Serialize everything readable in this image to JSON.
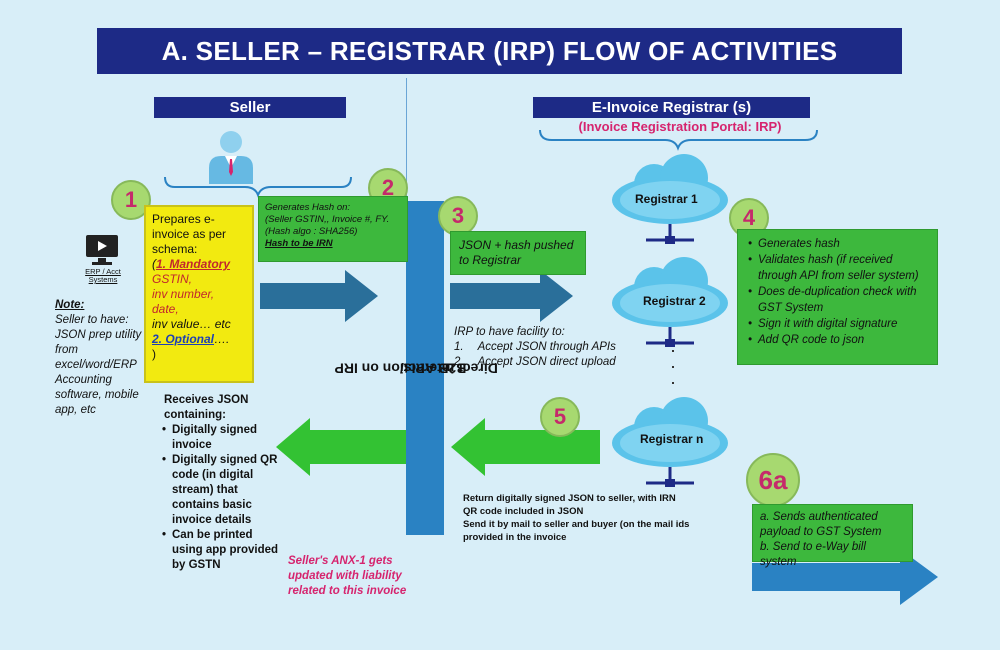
{
  "title": "A. SELLER – REGISTRAR (IRP) FLOW OF ACTIVITIES",
  "seller_header": "Seller",
  "irp_header": "E-Invoice Registrar (s)",
  "irp_subheader": "(Invoice Registration Portal: IRP)",
  "erp_label": "ERP / Acct Systems",
  "note": {
    "heading": "Note:",
    "lines": [
      "Seller to have:",
      "JSON prep utility",
      "from",
      "excel/word/ERP",
      "Accounting",
      "software, mobile",
      "app, etc"
    ]
  },
  "step1": {
    "number": "1",
    "intro": "Prepares e-invoice as per schema:",
    "mandatory": "1. Mandatory",
    "gstin": "GSTIN,",
    "inv_number": "inv number,",
    "date": "date,",
    "inv_value": "inv value… etc",
    "optional": "2. Optional",
    "optional_tail": "….",
    "close": ")"
  },
  "step2": {
    "number": "2",
    "line1": "Generates Hash on:",
    "line2": "(Seller GSTIN,, Invoice #, FY.",
    "line3": "(Hash algo : SHA256)",
    "line4": "Hash to be IRN"
  },
  "step3": {
    "number": "3",
    "text": "JSON + hash pushed to Registrar"
  },
  "vertical_bar": {
    "line1": "B2B APIs/",
    "line2": "Direct interaction on IRP"
  },
  "irp_facility": {
    "heading": "IRP to have facility to:",
    "items": [
      {
        "num": "1.",
        "text": "Accept JSON through APIs"
      },
      {
        "num": "2.",
        "text": "Accept JSON direct upload"
      }
    ]
  },
  "registrars": [
    "Registrar 1",
    "Registrar 2",
    "Registrar n"
  ],
  "step4": {
    "number": "4",
    "items": [
      "Generates hash",
      "Validates hash (if received through API from seller system)",
      "Does de-duplication check with GST System",
      "Sign it with digital signature",
      "Add QR code to json"
    ]
  },
  "step5": {
    "number": "5",
    "items": [
      "Return digitally signed JSON to seller, with IRN",
      "QR code included in JSON",
      "Send it by mail to seller and buyer (on the mail ids provided in the invoice"
    ]
  },
  "receives": {
    "heading": "Receives JSON containing:",
    "items": [
      "Digitally signed invoice",
      "Digitally signed QR code (in digital stream) that contains basic invoice details",
      "Can be printed using app provided by GSTN"
    ]
  },
  "anx1_note": "Seller's ANX-1 gets updated with liability related to this invoice",
  "step6a": {
    "number": "6a",
    "line1": "a. Sends authenticated payload to GST System",
    "line2": "b. Send to e-Way bill system"
  },
  "colors": {
    "navy": "#1d2a86",
    "green": "#3db83d",
    "yellow": "#f2ea10",
    "arrow": "#2a82c3",
    "pink": "#d6246e",
    "badge": "#a7d970"
  }
}
